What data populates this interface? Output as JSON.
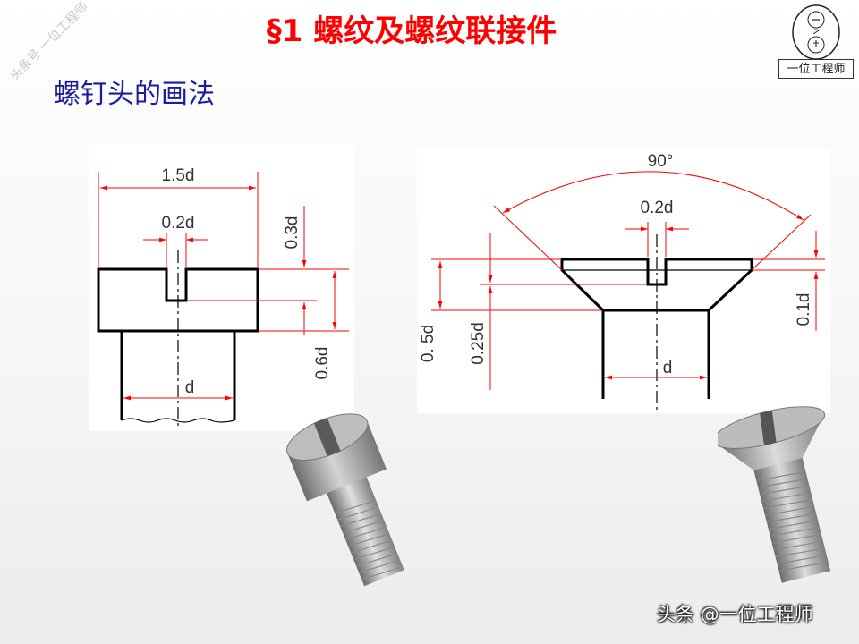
{
  "slide": {
    "title": "§1 螺纹及螺纹联接件",
    "subtitle": "螺钉头的画法",
    "watermark": "头条号 一位工程师",
    "seal_label": "一位工程师",
    "footer": "头条 @一位工程师"
  },
  "left_drawing": {
    "head_width_label": "1.5d",
    "slot_width_label": "0.2d",
    "slot_depth_label": "0.3d",
    "head_height_label": "0.6d",
    "shank_label": "d"
  },
  "right_drawing": {
    "angle_label": "90°",
    "slot_width_label": "0.2d",
    "top_label": "0.1d",
    "head_height_label": "0. 5d",
    "slot_depth_label": "0.25d",
    "shank_label": "d"
  },
  "colors": {
    "dimension": "#ff0000",
    "title": "#ff0000",
    "subtitle": "#1b1b9e",
    "outline": "#000000"
  }
}
